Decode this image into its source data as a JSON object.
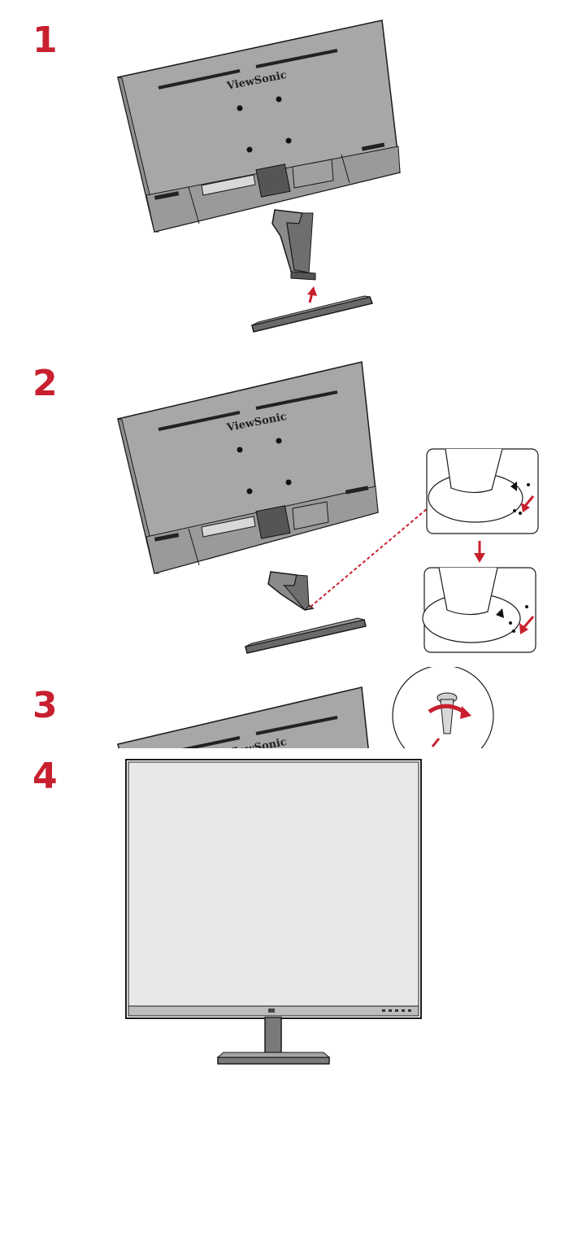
{
  "steps": [
    {
      "number": "1"
    },
    {
      "number": "2"
    },
    {
      "number": "3"
    },
    {
      "number": "4"
    }
  ],
  "monitor": {
    "brand": "ViewSonic"
  },
  "colors": {
    "accent": "#c8202f",
    "monitor_back": "#a7a7a7",
    "monitor_back_dark": "#8f8f8f",
    "screen": "#e8e8e8",
    "stand": "#7a7a7a",
    "outline": "#1a1a1a"
  },
  "icons": [
    "arrow-up-icon",
    "arrow-down-icon",
    "rotate-arrow-icon",
    "screw-icon"
  ]
}
